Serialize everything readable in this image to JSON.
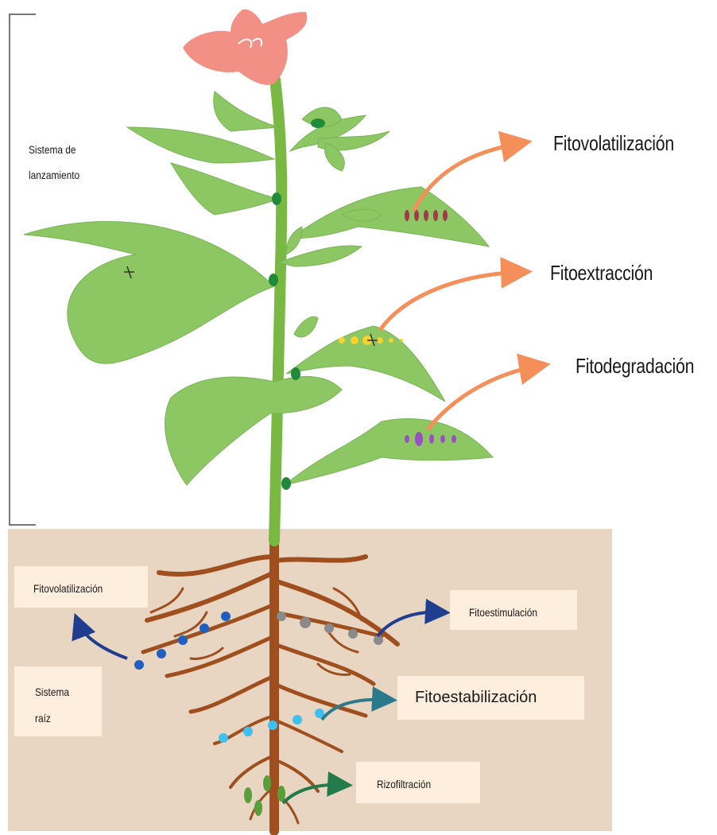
{
  "shoot_system": {
    "label_line1": "Sistema de",
    "label_line2": "lanzamiento"
  },
  "root_system": {
    "label_line1": "Sistema",
    "label_line2": "raíz"
  },
  "processes_above": {
    "fitovolatilizacion": "Fitovolatilización",
    "fitoextraccion": "Fitoextracción",
    "fitodegradacion": "Fitodegradación"
  },
  "processes_below": {
    "fitovolatilizacion": "Fitovolatilización",
    "fitoestimulacion": "Fitoestimulación",
    "fitoestabilizacion": "Fitoestabilización",
    "rizofiltracion": "Rizofiltración"
  },
  "colors": {
    "soil": "#e8d5c2",
    "label_box": "#fdeedd",
    "leaf": "#8cc764",
    "stem": "#78b843",
    "root": "#9e4f1d",
    "flower": "#f39085",
    "arrow_above": "#f58f5a",
    "arrow_volatilization_root": "#1f3e8f",
    "arrow_stimulation": "#1f3e8f",
    "arrow_stabilization": "#2a7a8c",
    "arrow_rhizofiltration": "#237a4a"
  }
}
